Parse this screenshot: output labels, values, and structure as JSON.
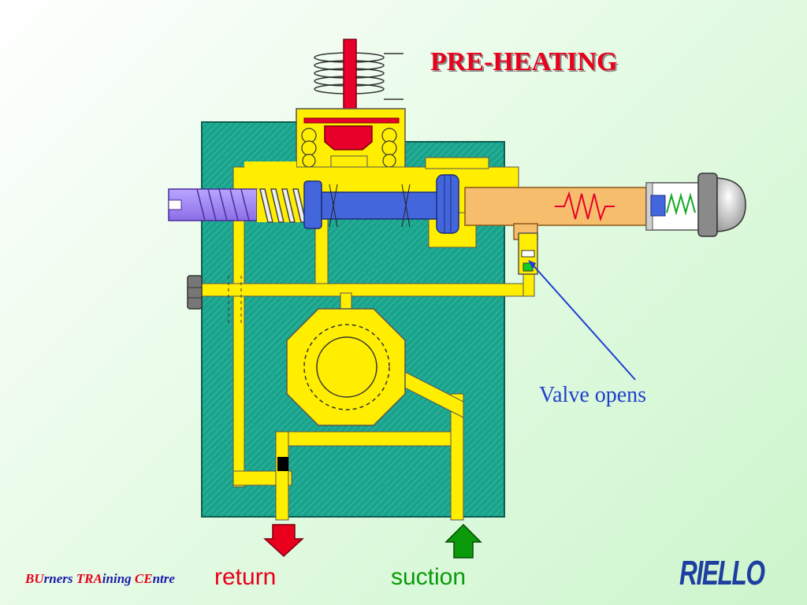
{
  "slide": {
    "title": "PRE-HEATING"
  },
  "callout": {
    "text": "Valve opens",
    "color": "#1f3fcf"
  },
  "flows": {
    "return_label": "return",
    "suction_label": "suction"
  },
  "footer": {
    "brand_parts": [
      {
        "text": "BU",
        "color": "red"
      },
      {
        "text": "rners ",
        "color": "blue"
      },
      {
        "text": "TRA",
        "color": "red"
      },
      {
        "text": "ining ",
        "color": "blue"
      },
      {
        "text": "CE",
        "color": "red"
      },
      {
        "text": "ntre",
        "color": "blue"
      }
    ],
    "logo": "RIELLO"
  },
  "colors": {
    "body": "#1aa38c",
    "oil": "#ffee00",
    "piston": "#4466dd",
    "plunger": "#e8002a",
    "heater": "#f6bd6c",
    "return_arrow": "#e8001c",
    "suction_arrow": "#0a9a0a"
  }
}
